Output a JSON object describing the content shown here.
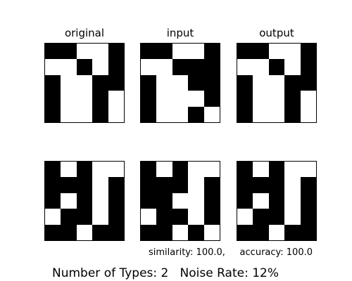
{
  "titles": {
    "original": "original",
    "input": "input",
    "output": "output"
  },
  "patterns": {
    "row1": {
      "original": [
        [
          1,
          1,
          0,
          0,
          1
        ],
        [
          0,
          0,
          1,
          0,
          1
        ],
        [
          1,
          0,
          0,
          1,
          1
        ],
        [
          1,
          0,
          0,
          1,
          0
        ],
        [
          1,
          0,
          0,
          1,
          0
        ]
      ],
      "input": [
        [
          1,
          1,
          0,
          0,
          1
        ],
        [
          0,
          0,
          1,
          1,
          1
        ],
        [
          1,
          0,
          0,
          1,
          1
        ],
        [
          1,
          0,
          0,
          0,
          1
        ],
        [
          1,
          0,
          0,
          1,
          0
        ]
      ],
      "output": [
        [
          1,
          1,
          0,
          0,
          1
        ],
        [
          0,
          0,
          1,
          0,
          1
        ],
        [
          1,
          0,
          0,
          1,
          1
        ],
        [
          1,
          0,
          0,
          1,
          0
        ],
        [
          1,
          0,
          0,
          1,
          0
        ]
      ]
    },
    "row2": {
      "original": [
        [
          1,
          0,
          1,
          0,
          0
        ],
        [
          1,
          1,
          1,
          0,
          1
        ],
        [
          1,
          0,
          1,
          0,
          1
        ],
        [
          0,
          1,
          1,
          0,
          1
        ],
        [
          1,
          1,
          0,
          1,
          1
        ]
      ],
      "input": [
        [
          1,
          0,
          1,
          0,
          0
        ],
        [
          1,
          1,
          1,
          0,
          1
        ],
        [
          1,
          1,
          0,
          0,
          1
        ],
        [
          0,
          1,
          1,
          0,
          1
        ],
        [
          1,
          1,
          0,
          1,
          0
        ]
      ],
      "output": [
        [
          1,
          0,
          1,
          0,
          0
        ],
        [
          1,
          1,
          1,
          0,
          1
        ],
        [
          1,
          0,
          1,
          0,
          1
        ],
        [
          0,
          1,
          1,
          0,
          1
        ],
        [
          1,
          1,
          0,
          1,
          1
        ]
      ]
    }
  },
  "stats": {
    "text": "similarity: 100.0,     accuracy: 100.0"
  },
  "footer": {
    "text": "Number of Types: 2   Noise Rate: 12%"
  }
}
